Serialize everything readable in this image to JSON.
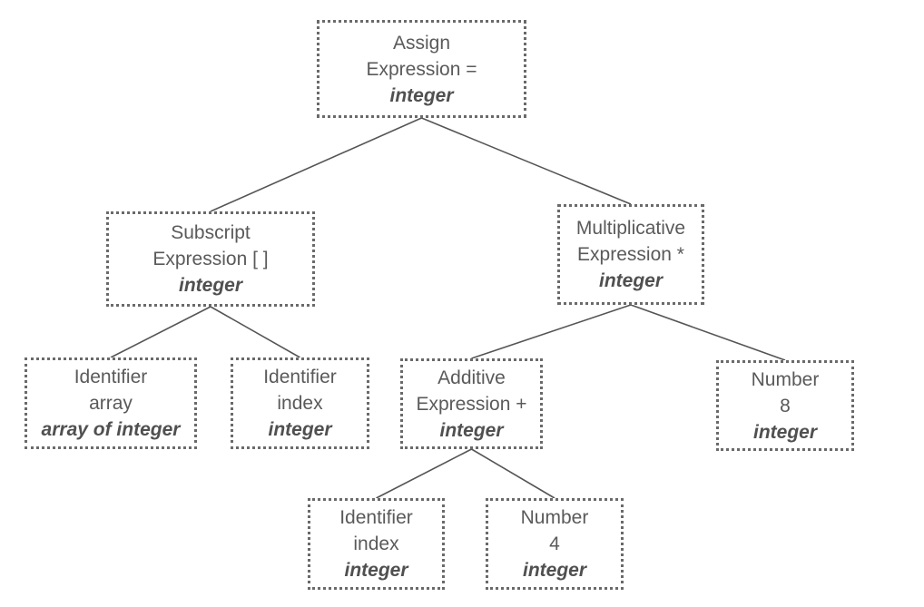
{
  "nodes": {
    "assign": {
      "line1": "Assign",
      "line2": "Expression =",
      "type": "integer"
    },
    "subscript": {
      "line1": "Subscript",
      "line2": "Expression [ ]",
      "type": "integer"
    },
    "multiplicative": {
      "line1": "Multiplicative",
      "line2": "Expression *",
      "type": "integer"
    },
    "identifier_array": {
      "line1": "Identifier",
      "line2": "array",
      "type": "array of integer"
    },
    "identifier_index_left": {
      "line1": "Identifier",
      "line2": "index",
      "type": "integer"
    },
    "additive": {
      "line1": "Additive",
      "line2": "Expression +",
      "type": "integer"
    },
    "number_8": {
      "line1": "Number",
      "line2": "8",
      "type": "integer"
    },
    "identifier_index_bottom": {
      "line1": "Identifier",
      "line2": "index",
      "type": "integer"
    },
    "number_4": {
      "line1": "Number",
      "line2": "4",
      "type": "integer"
    }
  },
  "edges": [
    [
      "assign",
      "subscript"
    ],
    [
      "assign",
      "multiplicative"
    ],
    [
      "subscript",
      "identifier_array"
    ],
    [
      "subscript",
      "identifier_index_left"
    ],
    [
      "multiplicative",
      "additive"
    ],
    [
      "multiplicative",
      "number_8"
    ],
    [
      "additive",
      "identifier_index_bottom"
    ],
    [
      "additive",
      "number_4"
    ]
  ],
  "colors": {
    "border": "#6a6a6a",
    "text": "#5a5a5a",
    "edge": "#555555"
  }
}
